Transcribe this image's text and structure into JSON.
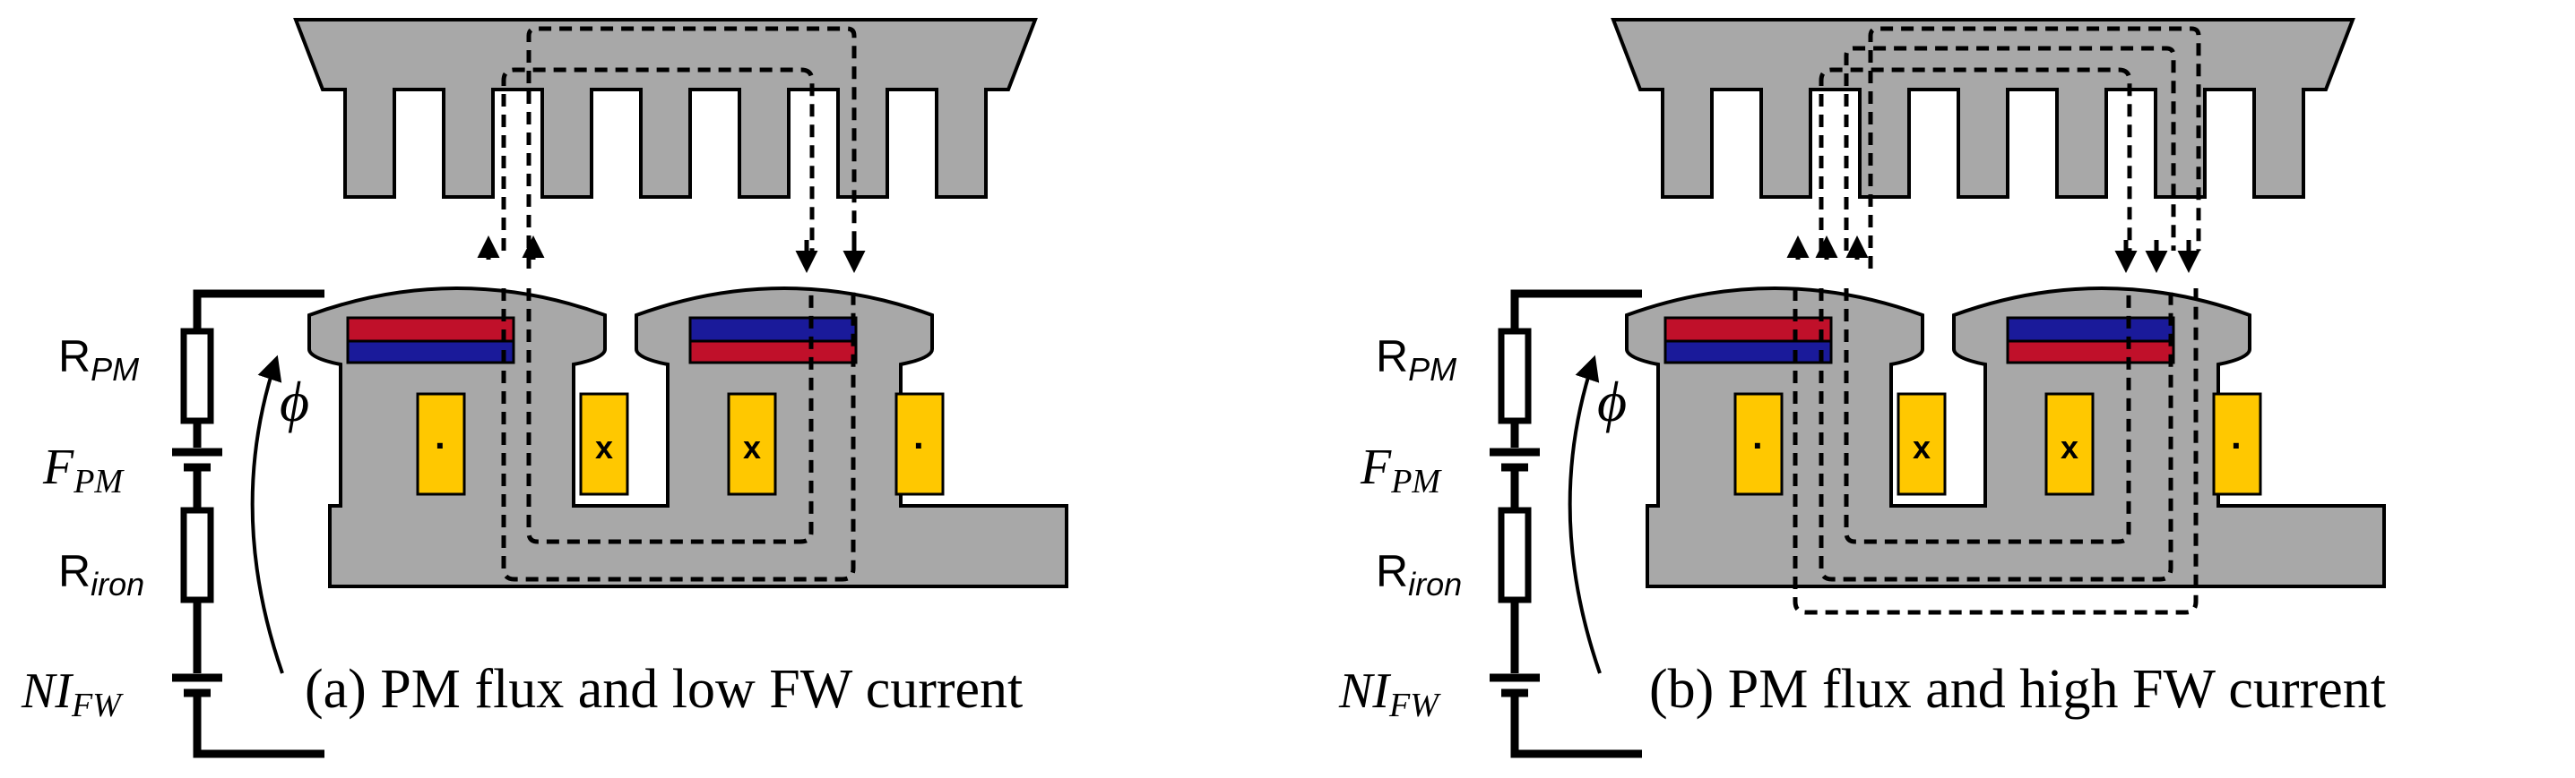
{
  "panels": [
    {
      "id": "a",
      "caption": "(a) PM flux and low FW current",
      "phi": "ϕ",
      "resistor_pm": {
        "base": "R",
        "sub": "PM"
      },
      "source_pm": {
        "base": "F",
        "sub": "PM"
      },
      "resistor_iron": {
        "base": "R",
        "sub": "iron"
      },
      "source_fw": {
        "base": "NI",
        "sub": "FW"
      },
      "coil_marks": [
        "·",
        "x",
        "x",
        "·"
      ],
      "air_gap_paths_per_magnet": 2
    },
    {
      "id": "b",
      "caption": "(b) PM flux and high FW current",
      "phi": "ϕ",
      "resistor_pm": {
        "base": "R",
        "sub": "PM"
      },
      "source_pm": {
        "base": "F",
        "sub": "PM"
      },
      "resistor_iron": {
        "base": "R",
        "sub": "iron"
      },
      "source_fw": {
        "base": "NI",
        "sub": "FW"
      },
      "coil_marks": [
        "·",
        "x",
        "x",
        "·"
      ],
      "air_gap_paths_per_magnet": 3
    }
  ],
  "colors": {
    "iron": "#a8a8a8",
    "coil": "#ffc800",
    "magnet_north": "#c0102a",
    "magnet_south": "#1a1a9a",
    "line": "#000000"
  }
}
